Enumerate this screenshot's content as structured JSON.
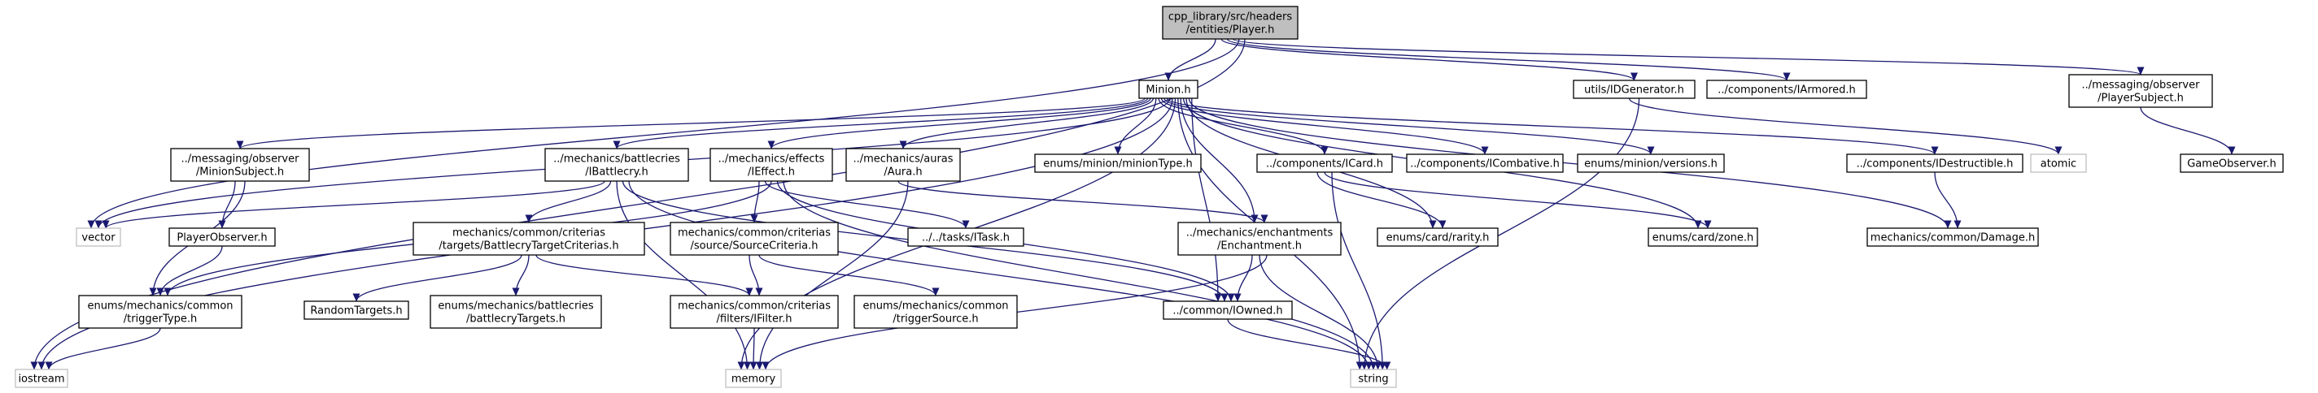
{
  "colors": {
    "edge": "#191970",
    "node_border": "#000000",
    "node_fill": "#ffffff",
    "root_fill": "#bfbfbf",
    "external_border": "#bfbfbf",
    "external_text": "#404040"
  },
  "nodes": [
    {
      "id": "player",
      "lines": [
        "cpp_library/src/headers",
        "/entities/Player.h"
      ],
      "kind": "root"
    },
    {
      "id": "minion",
      "lines": [
        "Minion.h"
      ],
      "kind": "normal"
    },
    {
      "id": "idgen",
      "lines": [
        "utils/IDGenerator.h"
      ],
      "kind": "normal"
    },
    {
      "id": "iarmored",
      "lines": [
        "../components/IArmored.h"
      ],
      "kind": "normal"
    },
    {
      "id": "playersubject",
      "lines": [
        "../messaging/observer",
        "/PlayerSubject.h"
      ],
      "kind": "normal"
    },
    {
      "id": "minionsubject",
      "lines": [
        "../messaging/observer",
        "/MinionSubject.h"
      ],
      "kind": "normal"
    },
    {
      "id": "ibattlecry",
      "lines": [
        "../mechanics/battlecries",
        "/IBattlecry.h"
      ],
      "kind": "normal"
    },
    {
      "id": "ieffect",
      "lines": [
        "../mechanics/effects",
        "/IEffect.h"
      ],
      "kind": "normal"
    },
    {
      "id": "aura",
      "lines": [
        "../mechanics/auras",
        "/Aura.h"
      ],
      "kind": "normal"
    },
    {
      "id": "miniontype",
      "lines": [
        "enums/minion/minionType.h"
      ],
      "kind": "normal"
    },
    {
      "id": "icard",
      "lines": [
        "../components/ICard.h"
      ],
      "kind": "normal"
    },
    {
      "id": "icombative",
      "lines": [
        "../components/ICombative.h"
      ],
      "kind": "normal"
    },
    {
      "id": "versions",
      "lines": [
        "enums/minion/versions.h"
      ],
      "kind": "normal"
    },
    {
      "id": "idestructible",
      "lines": [
        "../components/IDestructible.h"
      ],
      "kind": "normal"
    },
    {
      "id": "atomic",
      "lines": [
        "atomic"
      ],
      "kind": "external"
    },
    {
      "id": "gameobserver",
      "lines": [
        "GameObserver.h"
      ],
      "kind": "normal"
    },
    {
      "id": "vector",
      "lines": [
        "vector"
      ],
      "kind": "external"
    },
    {
      "id": "playerobserver",
      "lines": [
        "PlayerObserver.h"
      ],
      "kind": "normal"
    },
    {
      "id": "btcriterias",
      "lines": [
        "mechanics/common/criterias",
        "/targets/BattlecryTargetCriterias.h"
      ],
      "kind": "normal"
    },
    {
      "id": "sourcecriteria",
      "lines": [
        "mechanics/common/criterias",
        "/source/SourceCriteria.h"
      ],
      "kind": "normal"
    },
    {
      "id": "itask",
      "lines": [
        "../../tasks/ITask.h"
      ],
      "kind": "normal"
    },
    {
      "id": "enchantment",
      "lines": [
        "../mechanics/enchantments",
        "/Enchantment.h"
      ],
      "kind": "normal"
    },
    {
      "id": "rarity",
      "lines": [
        "enums/card/rarity.h"
      ],
      "kind": "normal"
    },
    {
      "id": "zone",
      "lines": [
        "enums/card/zone.h"
      ],
      "kind": "normal"
    },
    {
      "id": "damage",
      "lines": [
        "mechanics/common/Damage.h"
      ],
      "kind": "normal"
    },
    {
      "id": "triggertype",
      "lines": [
        "enums/mechanics/common",
        "/triggerType.h"
      ],
      "kind": "normal"
    },
    {
      "id": "randomtargets",
      "lines": [
        "RandomTargets.h"
      ],
      "kind": "normal"
    },
    {
      "id": "battlecrytargets",
      "lines": [
        "enums/mechanics/battlecries",
        "/battlecryTargets.h"
      ],
      "kind": "normal"
    },
    {
      "id": "ifilter",
      "lines": [
        "mechanics/common/criterias",
        "/filters/IFilter.h"
      ],
      "kind": "normal"
    },
    {
      "id": "triggersource",
      "lines": [
        "enums/mechanics/common",
        "/triggerSource.h"
      ],
      "kind": "normal"
    },
    {
      "id": "iowned",
      "lines": [
        "../common/IOwned.h"
      ],
      "kind": "normal"
    },
    {
      "id": "iostream",
      "lines": [
        "iostream"
      ],
      "kind": "external"
    },
    {
      "id": "memory",
      "lines": [
        "memory"
      ],
      "kind": "external"
    },
    {
      "id": "string",
      "lines": [
        "string"
      ],
      "kind": "external"
    }
  ],
  "edges": [
    [
      "player",
      "minion"
    ],
    [
      "player",
      "idgen"
    ],
    [
      "player",
      "iarmored"
    ],
    [
      "player",
      "playersubject"
    ],
    [
      "player",
      "vector"
    ],
    [
      "player",
      "iostream"
    ],
    [
      "minion",
      "minionsubject"
    ],
    [
      "minion",
      "ibattlecry"
    ],
    [
      "minion",
      "ieffect"
    ],
    [
      "minion",
      "aura"
    ],
    [
      "minion",
      "miniontype"
    ],
    [
      "minion",
      "icard"
    ],
    [
      "minion",
      "icombative"
    ],
    [
      "minion",
      "versions"
    ],
    [
      "minion",
      "idestructible"
    ],
    [
      "minion",
      "vector"
    ],
    [
      "minion",
      "iostream"
    ],
    [
      "minion",
      "memory"
    ],
    [
      "minion",
      "string"
    ],
    [
      "minion",
      "enchantment"
    ],
    [
      "minion",
      "zone"
    ],
    [
      "minion",
      "rarity"
    ],
    [
      "minion",
      "damage"
    ],
    [
      "minion",
      "iowned"
    ],
    [
      "idgen",
      "atomic"
    ],
    [
      "idgen",
      "string"
    ],
    [
      "playersubject",
      "gameobserver"
    ],
    [
      "minionsubject",
      "playerobserver"
    ],
    [
      "minionsubject",
      "triggertype"
    ],
    [
      "playerobserver",
      "triggertype"
    ],
    [
      "triggertype",
      "iostream"
    ],
    [
      "ibattlecry",
      "vector"
    ],
    [
      "ibattlecry",
      "btcriterias"
    ],
    [
      "ibattlecry",
      "memory"
    ],
    [
      "ibattlecry",
      "iowned"
    ],
    [
      "ibattlecry",
      "string"
    ],
    [
      "btcriterias",
      "randomtargets"
    ],
    [
      "btcriterias",
      "battlecrytargets"
    ],
    [
      "btcriterias",
      "ifilter"
    ],
    [
      "ieffect",
      "sourcecriteria"
    ],
    [
      "ieffect",
      "itask"
    ],
    [
      "ieffect",
      "triggertype"
    ],
    [
      "ieffect",
      "iowned"
    ],
    [
      "ieffect",
      "string"
    ],
    [
      "sourcecriteria",
      "ifilter"
    ],
    [
      "sourcecriteria",
      "triggersource"
    ],
    [
      "ifilter",
      "memory"
    ],
    [
      "aura",
      "enchantment"
    ],
    [
      "aura",
      "memory"
    ],
    [
      "enchantment",
      "iowned"
    ],
    [
      "enchantment",
      "string"
    ],
    [
      "enchantment",
      "memory"
    ],
    [
      "icard",
      "rarity"
    ],
    [
      "icard",
      "zone"
    ],
    [
      "icard",
      "string"
    ],
    [
      "idestructible",
      "damage"
    ],
    [
      "iowned",
      "string"
    ]
  ]
}
